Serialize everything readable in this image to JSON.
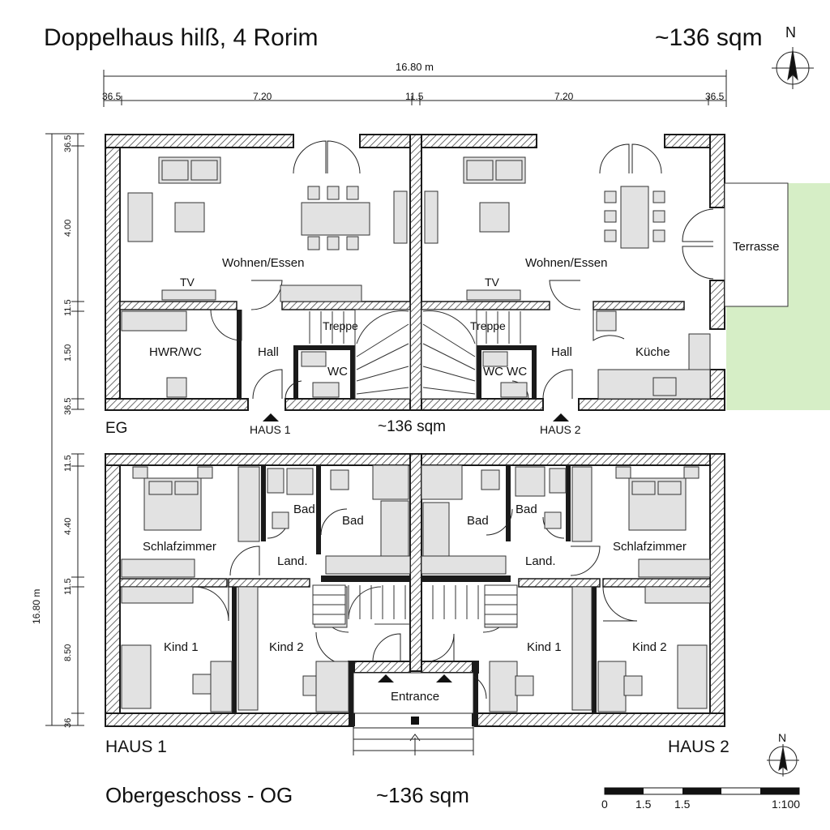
{
  "header": {
    "title": "Doppelhaus hilß, 4 Rorim",
    "area": "~136 sqm",
    "north": "N"
  },
  "dimensions": {
    "total_width": "16.80 m",
    "segments": [
      "36.5",
      "7.20",
      "11.5",
      "7.20",
      "36.5"
    ],
    "side_total": "16.80 m",
    "eg_side": [
      "36.5",
      "4.00",
      "11.5",
      "1.50",
      "36.5"
    ],
    "og_side": [
      "11.5",
      "4.40",
      "11.5",
      "8.50",
      "36"
    ]
  },
  "ground_floor": {
    "label": "EG",
    "area": "~136 sqm",
    "house1": {
      "living": "Wohnen/Essen",
      "tv": "TV",
      "utility": "HWR/WC",
      "hall": "Hall",
      "stairs": "Treppe",
      "wc": "WC",
      "entry_marker": "HAUS 1"
    },
    "house2": {
      "living": "Wohnen/Essen",
      "tv": "TV",
      "stairs": "Treppe",
      "wc": "WC WC",
      "hall": "Hall",
      "kitchen": "Küche",
      "terrace": "Terrasse",
      "entry_marker": "HAUS 2"
    }
  },
  "upper_floor": {
    "house1": {
      "bedroom": "Schlafzimmer",
      "bath_small": "Bad",
      "bath": "Bad",
      "landing": "Land.",
      "kid1": "Kind 1",
      "kid2": "Kind 2"
    },
    "house2": {
      "bath": "Bad",
      "bath_small": "Bad",
      "bedroom": "Schlafzimmer",
      "landing": "Land.",
      "kid1": "Kind 1",
      "kid2": "Kind 2"
    },
    "entrance": "Entrance"
  },
  "footer": {
    "house1": "HAUS 1",
    "house2": "HAUS 2",
    "floor_name": "Obergeschoss - OG",
    "area": "~136 sqm",
    "north": "N",
    "scale_ticks": [
      "0",
      "1.5",
      "1.5"
    ],
    "scale_ratio": "1:100"
  },
  "colors": {
    "wall": "#1a1a1a",
    "hatch": "#555555",
    "furniture": "#e2e2e2",
    "garden": "#d6eec6"
  }
}
